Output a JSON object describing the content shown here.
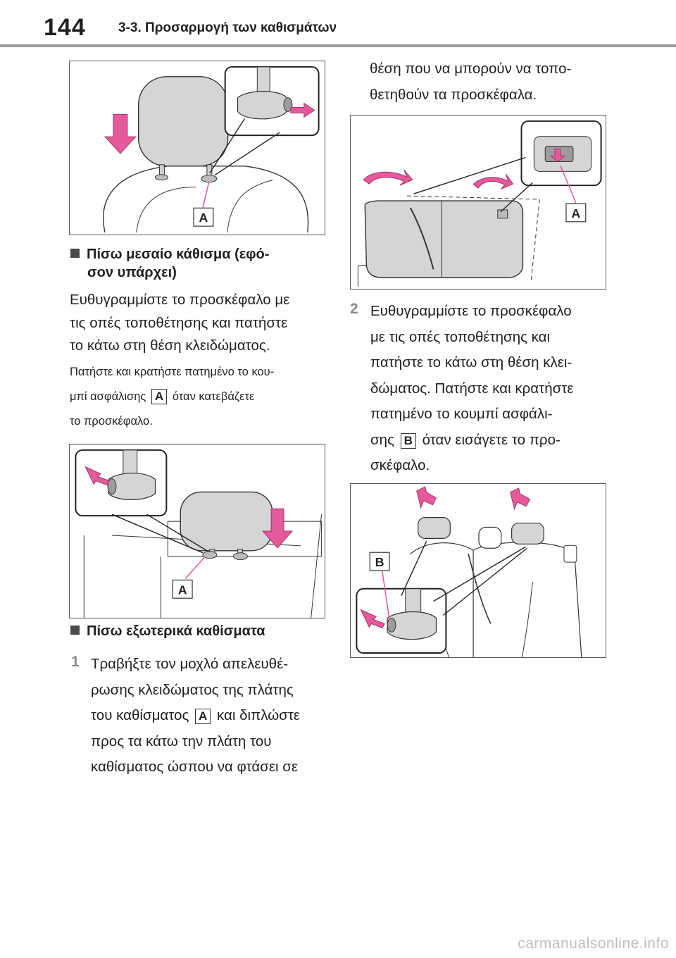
{
  "header": {
    "page_number": "144",
    "chapter_title": "3-3. Προσαρμογή των καθισμάτων"
  },
  "left": {
    "fig1_label": "A",
    "heading1": "Πίσω μεσαίο κάθισμα (εφό-",
    "heading1_cont": "σον υπάρχει)",
    "body1": [
      "Ευθυγραμμίστε το προσκέφαλο με",
      "τις οπές τοποθέτησης και πατήστε",
      "το κάτω στη θέση κλειδώματος."
    ],
    "note_line1": "Πατήστε και κρατήστε πατημένο το κου-",
    "note_line2_pre": "μπί ασφάλισης",
    "note_badge": "A",
    "note_line2_post": "όταν κατεβάζετε",
    "note_line3": "το προσκέφαλο.",
    "fig2_label": "A",
    "heading2": "Πίσω εξωτερικά καθίσματα",
    "step1_num": "1",
    "step1_lines": [
      "Τραβήξτε τον μοχλό απελευθέ-",
      "ρωσης κλειδώματος της πλάτης"
    ],
    "step1_line3_pre": "του καθίσματος",
    "step1_badge": "A",
    "step1_line3_post": "και διπλώστε",
    "step1_lines_end": [
      "προς τα κάτω την πλάτη του",
      "καθίσματος ώσπου να φτάσει σε"
    ]
  },
  "right": {
    "cont_lines": [
      "θέση που να μπορούν να τοπο-",
      "θετηθούν τα προσκέφαλα."
    ],
    "fig3_label": "A",
    "step2_num": "2",
    "step2_lines": [
      "Ευθυγραμμίστε το προσκέφαλο",
      "με τις οπές τοποθέτησης και",
      "πατήστε το κάτω στη θέση κλει-",
      "δώματος. Πατήστε και κρατήστε",
      "πατημένο το κουμπί ασφάλι-"
    ],
    "step2_line6_pre": "σης",
    "step2_badge": "B",
    "step2_line6_post": "όταν εισάγετε το προ-",
    "step2_line7": "σκέφαλο.",
    "fig4_label": "B"
  },
  "footer": {
    "watermark": "carmanualsonline.info"
  },
  "colors": {
    "arrow_pink": "#e45a9a",
    "pointer_pink": "#e8559a",
    "seat_gray": "#d5d5d5"
  }
}
